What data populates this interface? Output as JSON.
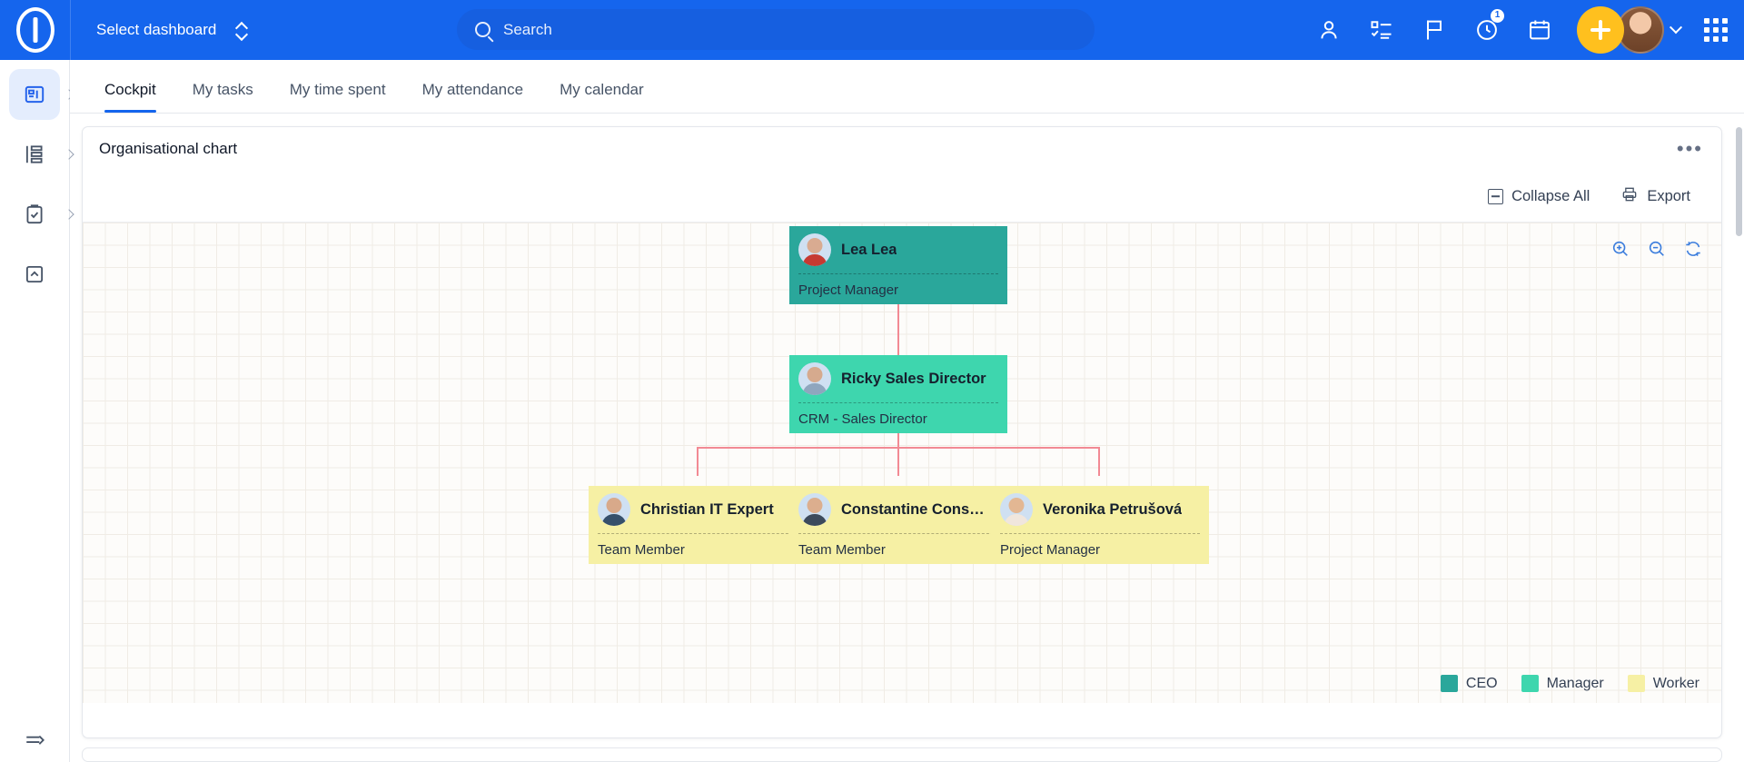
{
  "topbar": {
    "logo_icon": "app-logo-icon",
    "dashboard_select_label": "Select dashboard",
    "dashboard_select_icon": "updown-chevron-icon",
    "search_placeholder": "Search",
    "search_value": "",
    "search_icon": "search-icon",
    "icons": [
      {
        "name": "user-icon",
        "badge": ""
      },
      {
        "name": "task-list-icon",
        "badge": ""
      },
      {
        "name": "flag-icon",
        "badge": ""
      },
      {
        "name": "clock-icon",
        "badge": "1"
      },
      {
        "name": "calendar-icon",
        "badge": ""
      }
    ],
    "add_button_icon": "plus-icon",
    "avatar_icon": "avatar",
    "avatar_caret_icon": "chevron-down-icon",
    "app_grid_icon": "grid-apps-icon",
    "accent_color": "#1565ed",
    "add_button_color": "#ffc01e"
  },
  "rail": {
    "items": [
      {
        "name": "dashboard-icon",
        "active": true,
        "has_caret": true
      },
      {
        "name": "structure-icon",
        "active": false,
        "has_caret": true
      },
      {
        "name": "clipboard-check-icon",
        "active": false,
        "has_caret": true
      },
      {
        "name": "collapse-panel-icon",
        "active": false,
        "has_caret": false
      }
    ],
    "expand_icon": "expand-sidebar-icon"
  },
  "tabs": [
    {
      "label": "Cockpit",
      "active": true
    },
    {
      "label": "My tasks",
      "active": false
    },
    {
      "label": "My time spent",
      "active": false
    },
    {
      "label": "My attendance",
      "active": false
    },
    {
      "label": "My calendar",
      "active": false
    }
  ],
  "panel": {
    "title": "Organisational chart",
    "menu_icon": "more-options-icon",
    "toolbar": {
      "collapse_label": "Collapse All",
      "collapse_icon": "minus-box-icon",
      "export_label": "Export",
      "export_icon": "printer-icon"
    },
    "zoom_controls": [
      {
        "name": "zoom-in-icon"
      },
      {
        "name": "zoom-out-icon"
      },
      {
        "name": "reset-zoom-icon"
      }
    ]
  },
  "chart_data": {
    "type": "org-chart",
    "title": "Organisational chart",
    "connector_color": "#f28a94",
    "nodes": [
      {
        "id": "ceo",
        "name": "Lea Lea",
        "role": "Project Manager",
        "level": "CEO",
        "color": "#2aa79b",
        "avatar": "avatar-lea"
      },
      {
        "id": "mgr",
        "name": "Ricky Sales Director",
        "role": "CRM - Sales Director",
        "level": "Manager",
        "color": "#3ed6ae",
        "avatar": "avatar-ricky",
        "parent": "ceo"
      },
      {
        "id": "w1",
        "name": "Christian IT Expert",
        "role": "Team Member",
        "level": "Worker",
        "color": "#f6f0a4",
        "avatar": "avatar-christian",
        "parent": "mgr"
      },
      {
        "id": "w2",
        "name": "Constantine Consult…",
        "role": "Team Member",
        "level": "Worker",
        "color": "#f6f0a4",
        "avatar": "avatar-constantine",
        "parent": "mgr"
      },
      {
        "id": "w3",
        "name": "Veronika Petrušová",
        "role": "Project Manager",
        "level": "Worker",
        "color": "#f6f0a4",
        "avatar": "avatar-veronika",
        "parent": "mgr"
      }
    ],
    "legend": [
      {
        "label": "CEO",
        "color": "#2aa79b"
      },
      {
        "label": "Manager",
        "color": "#3ed6ae"
      },
      {
        "label": "Worker",
        "color": "#f6f0a4"
      }
    ]
  }
}
